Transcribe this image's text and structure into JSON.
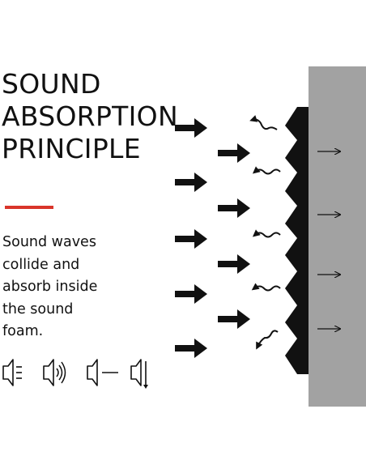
{
  "title": {
    "lines": [
      "SOUND",
      "ABSORPTION",
      "PRINCIPLE"
    ]
  },
  "accent_color": "#d9352a",
  "description": {
    "lines": [
      "Sound waves",
      "collide and",
      "absorb inside",
      "the sound",
      "foam."
    ]
  },
  "colors": {
    "wall": "#a2a2a2",
    "foam": "#111111",
    "text": "#111111"
  },
  "icons": [
    "speaker-soft-icon",
    "speaker-sound-waves-icon",
    "speaker-line-icon",
    "speaker-muted-icon"
  ]
}
